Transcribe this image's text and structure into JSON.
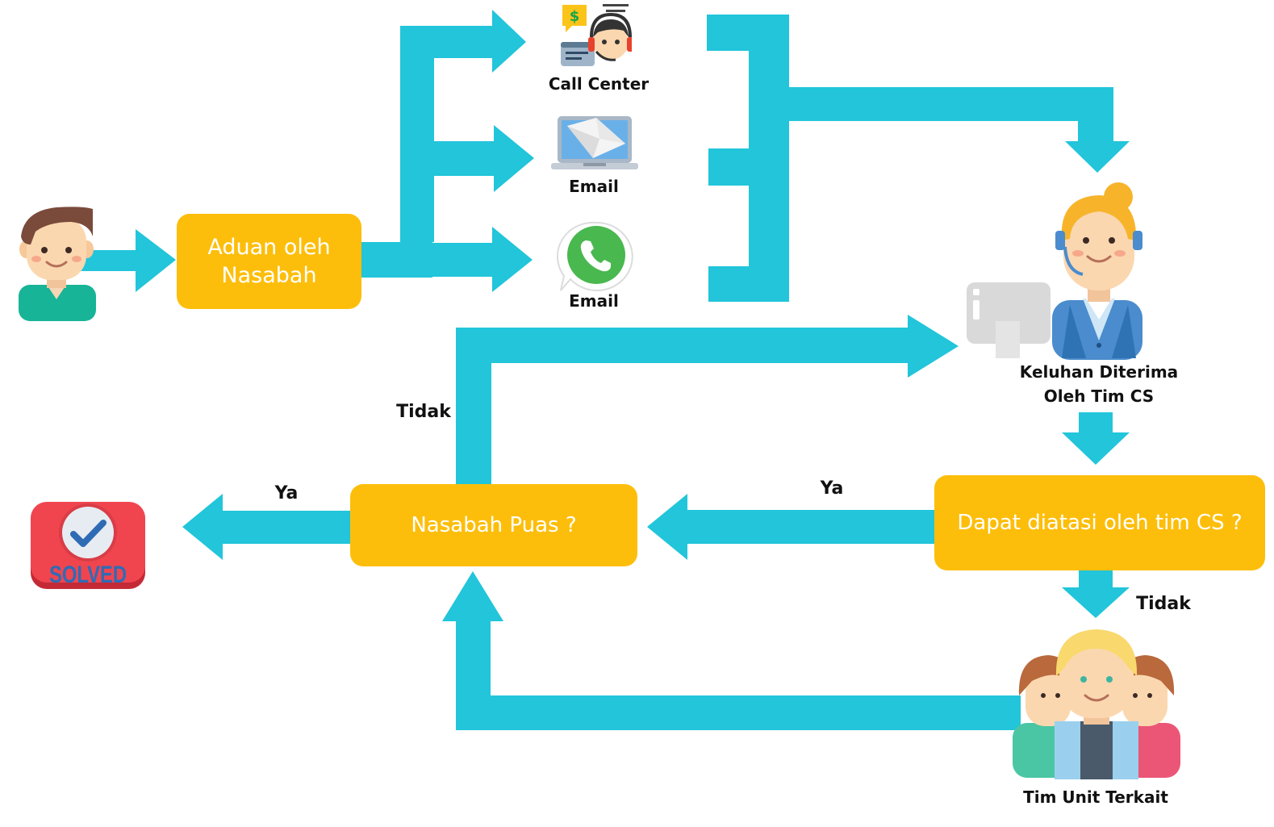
{
  "colors": {
    "arrow": "#22c5da",
    "box": "#fdbe0b",
    "box_text": "#ffffff",
    "label": "#111111"
  },
  "nodes": {
    "aduan": {
      "line1": "Aduan oleh",
      "line2": "Nasabah"
    },
    "puas": {
      "text": "Nasabah Puas ?"
    },
    "diatasi": {
      "text": "Dapat diatasi oleh tim CS ?"
    }
  },
  "channels": {
    "call_center": "Call Center",
    "email": "Email",
    "whatsapp": "Email"
  },
  "labels": {
    "keluhan_line1": "Keluhan Diterima",
    "keluhan_line2": "Oleh Tim CS",
    "tim_unit": "Tim Unit Terkait",
    "tidak_1": "Tidak",
    "ya_1": "Ya",
    "ya_2": "Ya",
    "tidak_2": "Tidak"
  },
  "badge": {
    "text": "SOLVED"
  },
  "icons": {
    "customer": "customer-man-icon",
    "call_center": "call-center-agent-icon",
    "email": "laptop-email-icon",
    "whatsapp": "whatsapp-icon",
    "cs_agent": "cs-agent-woman-icon",
    "team": "team-group-icon",
    "solved": "solved-badge-icon"
  }
}
